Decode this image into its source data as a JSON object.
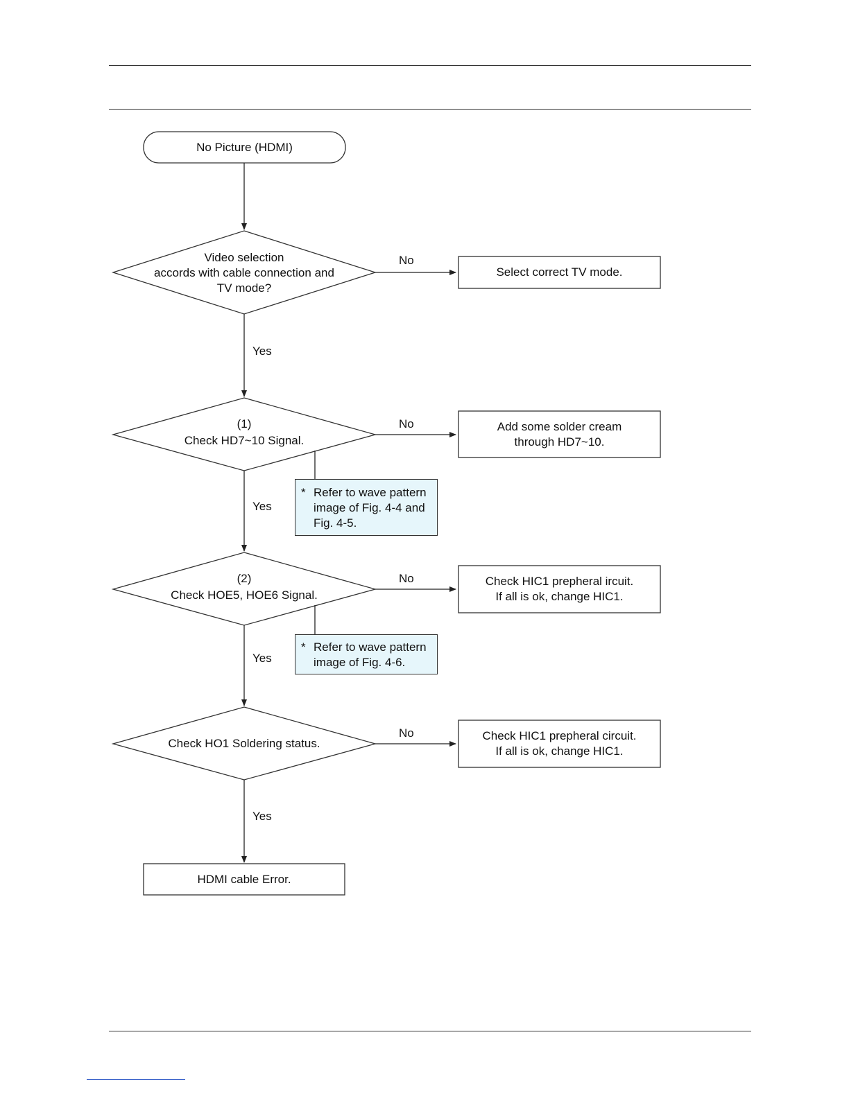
{
  "start": {
    "label": "No Picture (HDMI)"
  },
  "decisions": [
    {
      "lines": [
        "Video selection",
        "accords with cable connection and",
        "TV mode?"
      ]
    },
    {
      "lines": [
        "(1)",
        "Check HD7~10 Signal."
      ]
    },
    {
      "lines": [
        "(2)",
        "Check HOE5, HOE6 Signal."
      ]
    },
    {
      "lines": [
        "Check HO1 Soldering status."
      ]
    }
  ],
  "actions": [
    {
      "lines": [
        "Select correct TV mode."
      ]
    },
    {
      "lines": [
        "Add some solder cream",
        "through HD7~10."
      ]
    },
    {
      "lines": [
        "Check HIC1 prepheral ircuit.",
        "If all is ok, change HIC1."
      ]
    },
    {
      "lines": [
        "Check HIC1 prepheral circuit.",
        "If all is ok, change HIC1."
      ]
    }
  ],
  "notes": [
    {
      "marker": "*",
      "lines": [
        "Refer to wave pattern",
        "image of Fig. 4-4 and",
        "Fig. 4-5."
      ]
    },
    {
      "marker": "*",
      "lines": [
        "Refer to wave pattern",
        "image of Fig. 4-6."
      ]
    }
  ],
  "end": {
    "label": "HDMI cable Error."
  },
  "branch_labels": {
    "no": "No",
    "yes": "Yes"
  },
  "colors": {
    "note_fill": "#e6f6fb",
    "line": "#333333",
    "link_rule": "#2a56c6"
  }
}
